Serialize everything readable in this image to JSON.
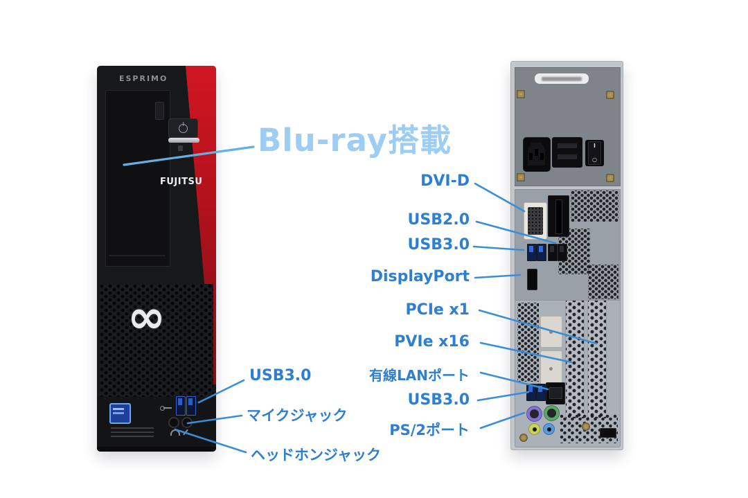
{
  "device": {
    "brand": "FUJITSU",
    "model": "ESPRIMO",
    "logo_symbol": "∞"
  },
  "rear": {
    "power_switch_on": "I",
    "power_switch_off": "○"
  },
  "labels": {
    "blu_ray": "Blu-ray搭載",
    "front_usb30": "USB3.0",
    "mic_jack": "マイクジャック",
    "headphone_jack": "ヘッドホンジャック",
    "dvi_d": "DVI-D",
    "usb20": "USB2.0",
    "usb30_top": "USB3.0",
    "displayport": "DisplayPort",
    "pcie_x1": "PCIe x1",
    "pvie_x16": "PVIe x16",
    "lan": "有線LANポート",
    "usb30_bottom": "USB3.0",
    "ps2": "PS/2ポート"
  },
  "colors": {
    "annotation_blue": "#2e7fd2",
    "highlight_blue": "#9ecdf3",
    "line_blue": "#3a8ed8",
    "accent_red": "#c4121e",
    "ps2_keyboard": "#8274cf",
    "ps2_mouse": "#58a868",
    "audio_out": "#c8d456",
    "audio_in": "#5a9ad8"
  }
}
